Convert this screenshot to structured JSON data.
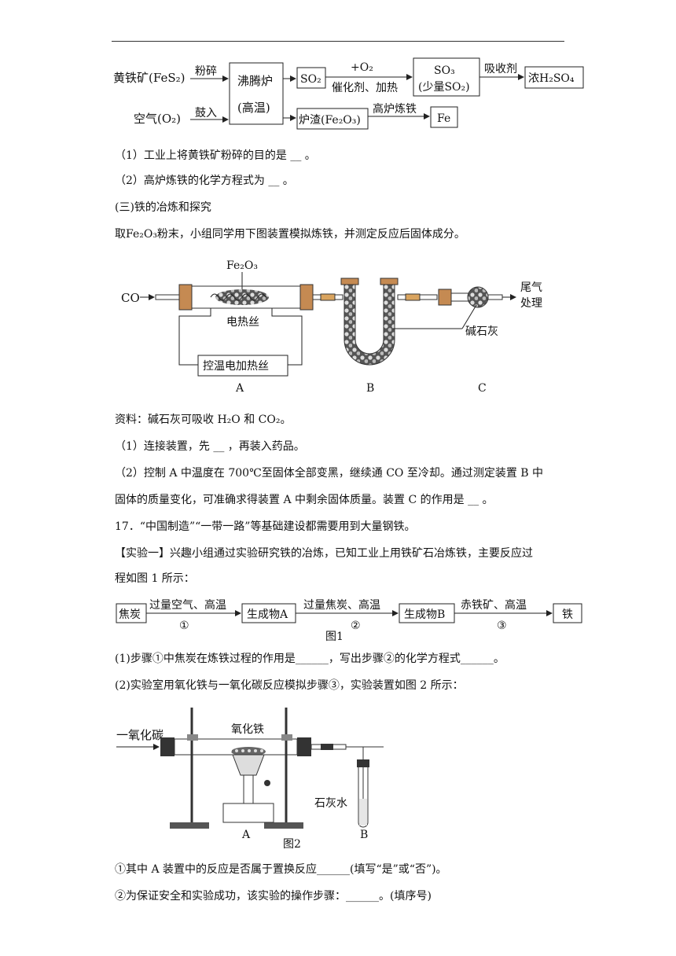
{
  "flow1": {
    "pyrite": "黄铁矿(FeS₂)",
    "air": "空气(O₂)",
    "crush": "粉碎",
    "blow_in": "鼓入",
    "furnace_line1": "沸腾炉",
    "furnace_line2": "(高温)",
    "so2": "SO₂",
    "plus_o2": "+O₂",
    "catalyst": "催化剂、加热",
    "so3_line1": "SO₃",
    "so3_line2": "(少量SO₂)",
    "absorbent": "吸收剂",
    "conc_acid": "浓H₂SO₄",
    "slag": "炉渣(Fe₂O₃)",
    "blast": "高炉炼铁",
    "fe": "Fe"
  },
  "q1": "（1）工业上将黄铁矿粉碎的目的是  __  。",
  "q2": "（2）高炉炼铁的化学方程式为  __  。",
  "section3": "(三)铁的冶炼和探究",
  "intro": "取Fe₂O₃粉末，小组同学用下图装置模拟炼铁，并测定反应后固体成分。",
  "apparatus1": {
    "fe2o3": "Fe₂O₃",
    "co": "CO",
    "heater_wire": "电热丝",
    "temp_control": "控温电加热丝",
    "soda_lime": "碱石灰",
    "tail_gas_1": "尾气",
    "tail_gas_2": "处理",
    "label_a": "A",
    "label_b": "B",
    "label_c": "C"
  },
  "resource": "资料：碱石灰可吸收 H₂O 和 CO₂。",
  "p1": "（1）连接装置，先  __  ，再装入药品。",
  "p2_line1": "（2）控制 A 中温度在 700℃至固体全部变黑，继续通 CO 至冷却。通过测定装置 B 中",
  "p2_line2": "固体的质量变化，可准确求得装置 A 中剩余固体质量。装置 C 的作用是  __  。",
  "q17": "17．“中国制造”“一带一路”等基础建设都需要用到大量钢铁。",
  "exp1_line1": "【实验一】兴趣小组通过实验研究铁的冶炼，已知工业上用铁矿石冶炼铁，主要反应过",
  "exp1_line2": "程如图 1 所示：",
  "flow2": {
    "coke": "焦炭",
    "step1_cond": "过量空气、高温",
    "step1_no": "①",
    "prodA": "生成物A",
    "step2_cond": "过量焦炭、高温",
    "step2_no": "②",
    "prodB": "生成物B",
    "step3_cond": "赤铁矿、高温",
    "step3_no": "③",
    "iron": "铁",
    "caption": "图1"
  },
  "s1": "(1)步骤①中焦炭在炼铁过程的作用是______，写出步骤②的化学方程式______。",
  "s2": "(2)实验室用氧化铁与一氧化碳反应模拟步骤③，实验装置如图 2 所示：",
  "apparatus2": {
    "co": "一氧化碳",
    "iron_oxide": "氧化铁",
    "limewater": "石灰水",
    "label_a": "A",
    "label_b": "B",
    "caption": "图2"
  },
  "c1": "①其中 A 装置中的反应是否属于置换反应______(填写“是”或“否”)。",
  "c2": "②为保证安全和实验成功，该实验的操作步骤：______。(填序号)"
}
